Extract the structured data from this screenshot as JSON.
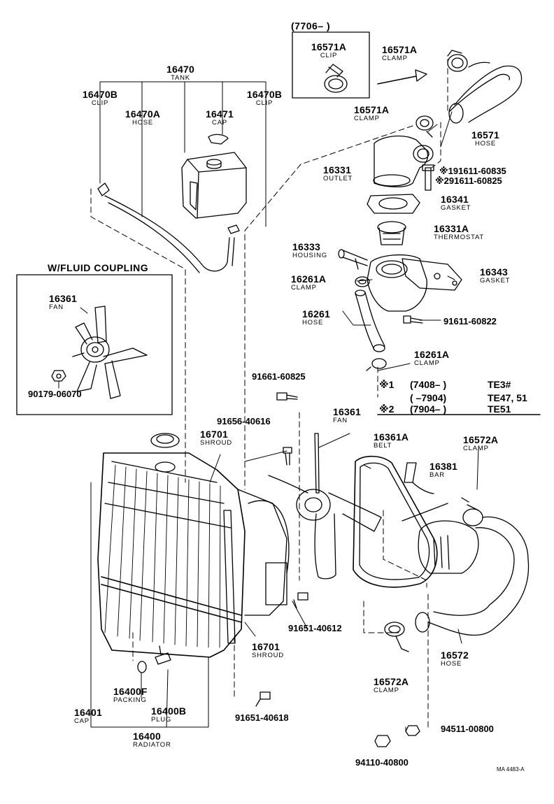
{
  "header": {
    "date_range": "(7706–      )",
    "fluid_coupling_title": "W/FLUID COUPLING"
  },
  "labels": [
    {
      "id": "tank",
      "part": "16470",
      "desc": "TANK"
    },
    {
      "id": "clip-left",
      "part": "16470B",
      "desc": "CLIP"
    },
    {
      "id": "clip-right",
      "part": "16470B",
      "desc": "CLIP"
    },
    {
      "id": "hose-res",
      "part": "16470A",
      "desc": "HOSE"
    },
    {
      "id": "cap-res",
      "part": "16471",
      "desc": "CAP"
    },
    {
      "id": "clip-inset",
      "part": "16571A",
      "desc": "CLIP"
    },
    {
      "id": "clamp-top",
      "part": "16571A",
      "desc": "CLAMP"
    },
    {
      "id": "clamp-mid",
      "part": "16571A",
      "desc": "CLAMP"
    },
    {
      "id": "hose-upper",
      "part": "16571",
      "desc": "HOSE"
    },
    {
      "id": "outlet",
      "part": "16331",
      "desc": "OUTLET"
    },
    {
      "id": "gasket-outlet",
      "part": "16341",
      "desc": "GASKET"
    },
    {
      "id": "thermostat",
      "part": "16331A",
      "desc": "THERMOSTAT"
    },
    {
      "id": "housing",
      "part": "16333",
      "desc": "HOUSING"
    },
    {
      "id": "gasket-housing",
      "part": "16343",
      "desc": "GASKET"
    },
    {
      "id": "clamp-bypass",
      "part": "16261A",
      "desc": "CLAMP"
    },
    {
      "id": "hose-bypass",
      "part": "16261",
      "desc": "HOSE"
    },
    {
      "id": "clamp-bypass2",
      "part": "16261A",
      "desc": "CLAMP"
    },
    {
      "id": "fan-fluid",
      "part": "16361",
      "desc": "FAN"
    },
    {
      "id": "fan",
      "part": "16361",
      "desc": "FAN"
    },
    {
      "id": "shroud-top",
      "part": "16701",
      "desc": "SHROUD"
    },
    {
      "id": "belt",
      "part": "16361A",
      "desc": "BELT"
    },
    {
      "id": "bar",
      "part": "16381",
      "desc": "BAR"
    },
    {
      "id": "clamp-lower",
      "part": "16572A",
      "desc": "CLAMP"
    },
    {
      "id": "shroud-bottom",
      "part": "16701",
      "desc": "SHROUD"
    },
    {
      "id": "hose-lower",
      "part": "16572",
      "desc": "HOSE"
    },
    {
      "id": "clamp-lower2",
      "part": "16572A",
      "desc": "CLAMP"
    },
    {
      "id": "packing",
      "part": "16400F",
      "desc": "PACKING"
    },
    {
      "id": "plug",
      "part": "16400B",
      "desc": "PLUG"
    },
    {
      "id": "cap-rad",
      "part": "16401",
      "desc": "CAP"
    },
    {
      "id": "radiator",
      "part": "16400",
      "desc": "RADIATOR"
    }
  ],
  "bolts": [
    {
      "id": "b1",
      "text": "※191611-60835"
    },
    {
      "id": "b2",
      "text": "※291611-60825"
    },
    {
      "id": "b3",
      "text": "91611-60822"
    },
    {
      "id": "b4",
      "text": "90179-06070"
    },
    {
      "id": "b5",
      "text": "91661-60825"
    },
    {
      "id": "b6",
      "text": "91656-40616"
    },
    {
      "id": "b7",
      "text": "91651-40612"
    },
    {
      "id": "b8",
      "text": "91651-40618"
    },
    {
      "id": "b9",
      "text": "94511-00800"
    },
    {
      "id": "b10",
      "text": "94110-40800"
    }
  ],
  "notes": [
    {
      "mark": "※1",
      "range": "(7408–       )",
      "model": "TE3#"
    },
    {
      "mark": "",
      "range": "(          –7904)",
      "model": "TE47, 51"
    },
    {
      "mark": "※2",
      "range": "(7904–       )",
      "model": "TE51"
    }
  ],
  "footer": {
    "code": "MA 4483-A"
  }
}
